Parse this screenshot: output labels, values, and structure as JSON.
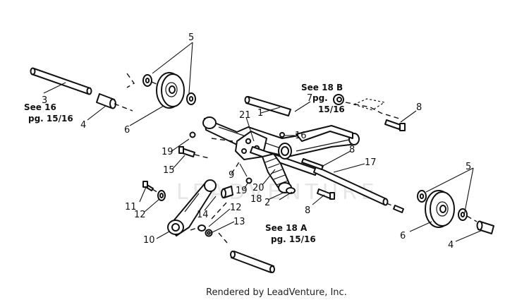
{
  "watermark": "LEADVENTURE",
  "footer": "Rendered by LeadVenture, Inc.",
  "refs": {
    "see16_a": "See 16",
    "see16_b": "pg. 15/16",
    "see18b_a": "See 18 B",
    "see18b_b": "pg.",
    "see18b_c": "15/16",
    "see18a_a": "See 18 A",
    "see18a_b": "pg. 15/16"
  },
  "callouts": {
    "c1": "1",
    "c2": "2",
    "c3": "3",
    "c4a": "4",
    "c4b": "4",
    "c5a": "5",
    "c5b": "5",
    "c6a": "6",
    "c6b": "6",
    "c7": "7",
    "c8a": "8",
    "c8b": "8",
    "c8c": "8",
    "c9": "9",
    "c10": "10",
    "c11": "11",
    "c12a": "12",
    "c12b": "12",
    "c13": "13",
    "c14": "14",
    "c15": "15",
    "c16": "16",
    "c17": "17",
    "c18": "18",
    "c19a": "19",
    "c19b": "19",
    "c20": "20",
    "c21": "21"
  }
}
